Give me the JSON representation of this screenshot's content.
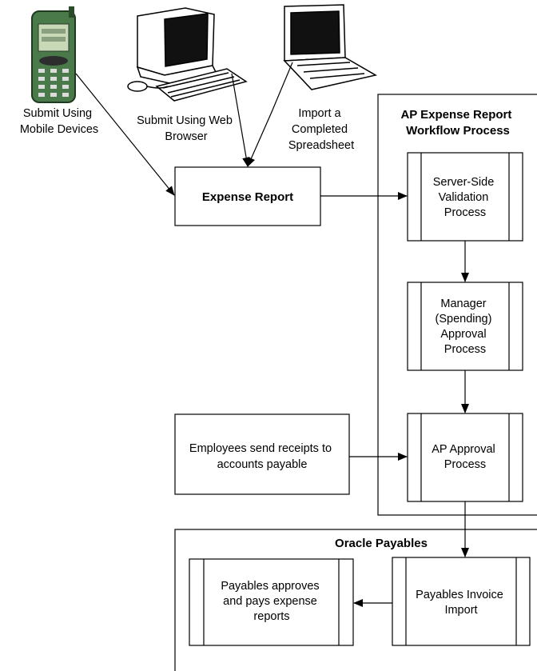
{
  "sources": {
    "mobile": {
      "line1": "Submit Using",
      "line2": "Mobile Devices",
      "icon": "mobile-phone-icon"
    },
    "web": {
      "line1": "Submit Using Web",
      "line2": "Browser",
      "icon": "desktop-computer-icon"
    },
    "spreadsheet": {
      "line1": "Import a",
      "line2": "Completed",
      "line3": "Spreadsheet",
      "icon": "laptop-icon"
    }
  },
  "expense_report": {
    "label": "Expense Report"
  },
  "workflow": {
    "title_line1": "AP Expense Report",
    "title_line2": "Workflow Process",
    "steps": [
      {
        "lines": [
          "Server-Side",
          "Validation",
          "Process"
        ]
      },
      {
        "lines": [
          "Manager",
          "(Spending)",
          "Approval",
          "Process"
        ]
      },
      {
        "lines": [
          "AP Approval",
          "Process"
        ]
      }
    ]
  },
  "receipts": {
    "line1": "Employees send receipts to",
    "line2": "accounts payable"
  },
  "payables": {
    "title": "Oracle Payables",
    "approve": {
      "lines": [
        "Payables approves",
        "and pays expense",
        "reports"
      ]
    },
    "import": {
      "lines": [
        "Payables Invoice",
        "Import"
      ]
    }
  }
}
